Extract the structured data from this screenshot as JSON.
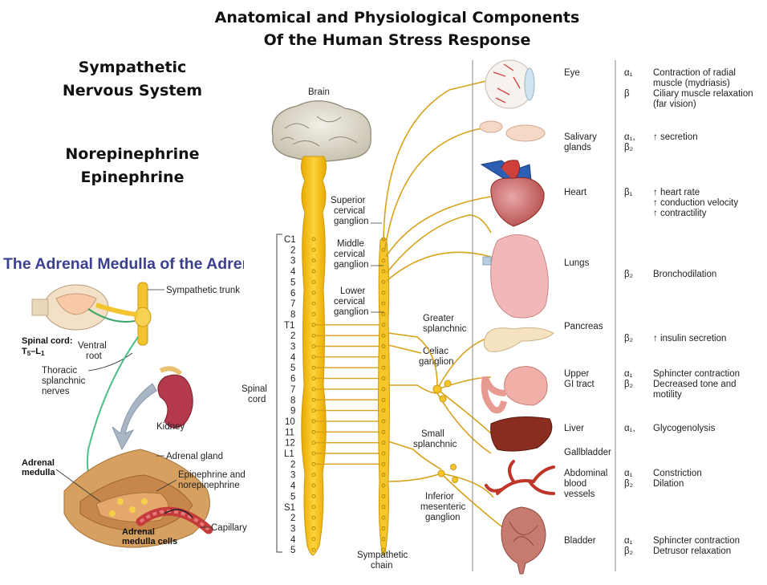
{
  "title": [
    "Anatomical and Physiological Components",
    "Of the Human Stress Response"
  ],
  "sympathetic": [
    "Sympathetic",
    "Nervous System"
  ],
  "hormones": [
    "Norepinephrine",
    "Epinephrine"
  ],
  "adrenal": {
    "heading": "The Adrenal Medulla of the Adrenal G",
    "labels": {
      "sympathetic_trunk": "Sympathetic trunk",
      "spinal_cord": "Spinal cord:",
      "spinal_levels": "T",
      "spinal_levels_sub1": "5",
      "spinal_levels_dash": "–L",
      "spinal_levels_sub2": "1",
      "ventral_root": [
        "Ventral",
        "root"
      ],
      "thoracic": [
        "Thoracic",
        "splanchnic",
        "nerves"
      ],
      "kidney": "Kidney",
      "adrenal_gland": "Adrenal gland",
      "adrenal_medulla": [
        "Adrenal",
        "medulla"
      ],
      "epinephrine": [
        "Epinephrine and",
        "norepinephrine"
      ],
      "capillary": "Capillary",
      "medulla_cells": [
        "Adrenal",
        "medulla cells"
      ]
    }
  },
  "nervous": {
    "brain": "Brain",
    "spinal_cord": [
      "Spinal",
      "cord"
    ],
    "sympathetic_chain": [
      "Sympathetic",
      "chain"
    ],
    "segments": [
      "C1",
      "2",
      "3",
      "4",
      "5",
      "6",
      "7",
      "8",
      "T1",
      "2",
      "3",
      "4",
      "5",
      "6",
      "7",
      "8",
      "9",
      "10",
      "11",
      "12",
      "L1",
      "2",
      "3",
      "4",
      "5",
      "S1",
      "2",
      "3",
      "4",
      "5"
    ],
    "ganglia": {
      "superior": [
        "Superior",
        "cervical",
        "ganglion"
      ],
      "middle": [
        "Middle",
        "cervical",
        "ganglion"
      ],
      "lower": [
        "Lower",
        "cervical",
        "ganglion"
      ],
      "greater": [
        "Greater",
        "splanchnic"
      ],
      "celiac": [
        "Celiac",
        "ganglion"
      ],
      "small": [
        "Small",
        "splanchnic"
      ],
      "inferior": [
        "Inferior",
        "mesenteric",
        "ganglion"
      ]
    }
  },
  "organs": [
    {
      "name": [
        "Eye"
      ],
      "receptors": [
        "α₁",
        "β"
      ],
      "effects": [
        "Contraction of radial muscle (mydriasis)",
        "Ciliary muscle relaxation (far vision)"
      ]
    },
    {
      "name": [
        "Salivary",
        "glands"
      ],
      "receptors": [
        "α₁,",
        "β₂"
      ],
      "effects": [
        "↑ secretion"
      ]
    },
    {
      "name": [
        "Heart"
      ],
      "receptors": [
        "β₁"
      ],
      "effects": [
        "↑ heart rate",
        "↑ conduction velocity",
        "↑ contractility"
      ]
    },
    {
      "name": [
        "Lungs"
      ],
      "receptors": [
        "β₂"
      ],
      "effects": [
        "Bronchodilation"
      ]
    },
    {
      "name": [
        "Pancreas"
      ],
      "receptors": [
        "β₂"
      ],
      "effects": [
        "↑ insulin secretion"
      ]
    },
    {
      "name": [
        "Upper",
        "GI tract"
      ],
      "receptors": [
        "α₁",
        "β₂"
      ],
      "effects": [
        "Sphincter contraction",
        "Decreased tone and motility"
      ]
    },
    {
      "name": [
        "Liver"
      ],
      "receptors": [
        "α₁,"
      ],
      "effects": [
        "Glycogenolysis"
      ]
    },
    {
      "name": [
        "Gallbladder"
      ],
      "receptors": [],
      "effects": []
    },
    {
      "name": [
        "Abdominal",
        "blood",
        "vessels"
      ],
      "receptors": [
        "α₁",
        "β₂"
      ],
      "effects": [
        "Constriction",
        "Dilation"
      ]
    },
    {
      "name": [
        "Bladder"
      ],
      "receptors": [
        "α₁",
        "β₂"
      ],
      "effects": [
        "Sphincter contraction",
        "Detrusor relaxation"
      ]
    }
  ]
}
